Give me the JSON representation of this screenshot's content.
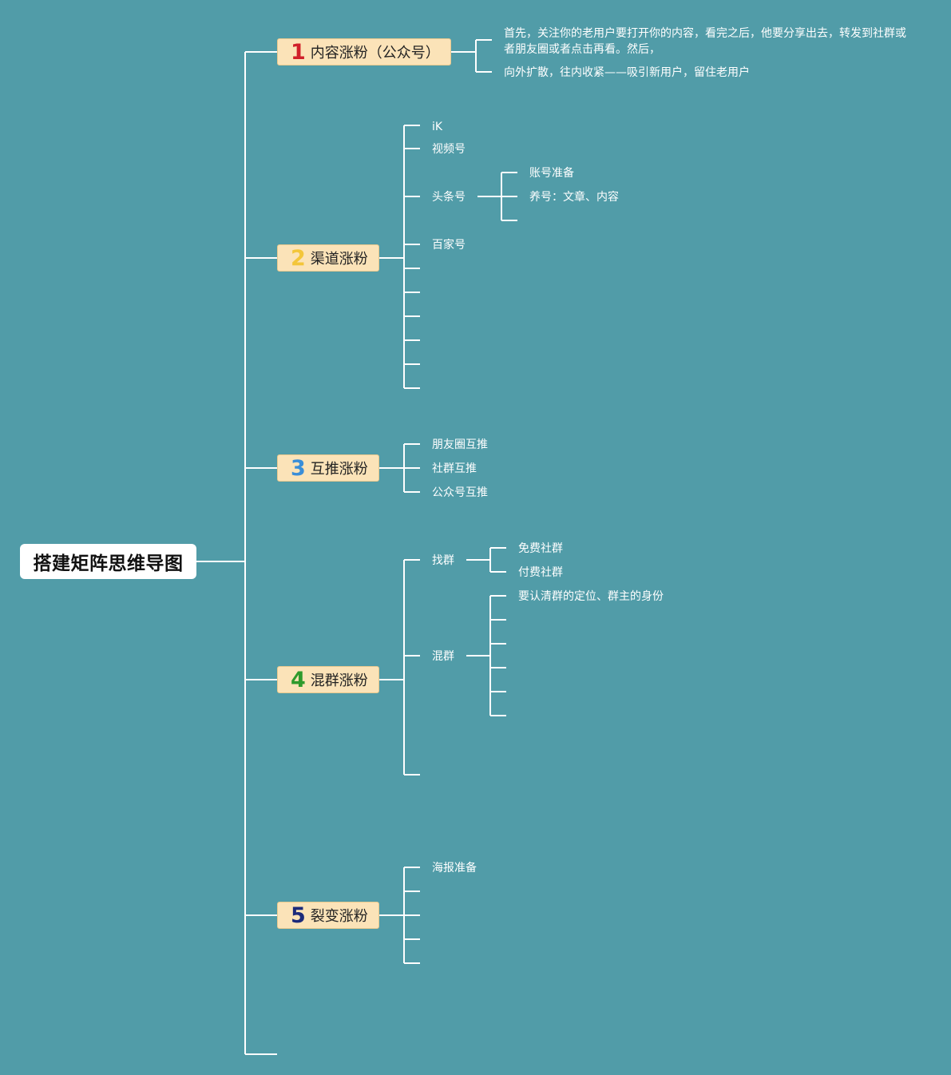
{
  "root": {
    "title": "搭建矩阵思维导图"
  },
  "colors": {
    "background": "#519ca8",
    "line": "#ffffff",
    "branch_fill": "#fbe3b8",
    "num1": "#d0202a",
    "num2": "#f3c63a",
    "num3": "#3a8ed8",
    "num4": "#2e9a2c",
    "num5": "#1c2a7a"
  },
  "branches": [
    {
      "number": "1",
      "label": "内容涨粉（公众号）",
      "children": [
        "首先，关注你的老用户要打开你的内容，看完之后，他要分享出去，转发到社群或者朋友圈或者点击再看。然后，",
        "向外扩散，往内收紧——吸引新用户，留住老用户"
      ]
    },
    {
      "number": "2",
      "label": "渠道涨粉",
      "children": [
        {
          "label": "iK"
        },
        {
          "label": "视频号"
        },
        {
          "label": "头条号",
          "children": [
            "账号准备",
            "养号：文章、内容"
          ]
        },
        {
          "label": "百家号"
        }
      ]
    },
    {
      "number": "3",
      "label": "互推涨粉",
      "children": [
        "朋友圈互推",
        "社群互推",
        "公众号互推"
      ]
    },
    {
      "number": "4",
      "label": "混群涨粉",
      "children": [
        {
          "label": "找群",
          "children": [
            "免费社群",
            "付费社群"
          ]
        },
        {
          "label": "混群",
          "children": [
            "要认清群的定位、群主的身份"
          ]
        }
      ]
    },
    {
      "number": "5",
      "label": "裂变涨粉",
      "children": [
        "海报准备"
      ]
    }
  ]
}
